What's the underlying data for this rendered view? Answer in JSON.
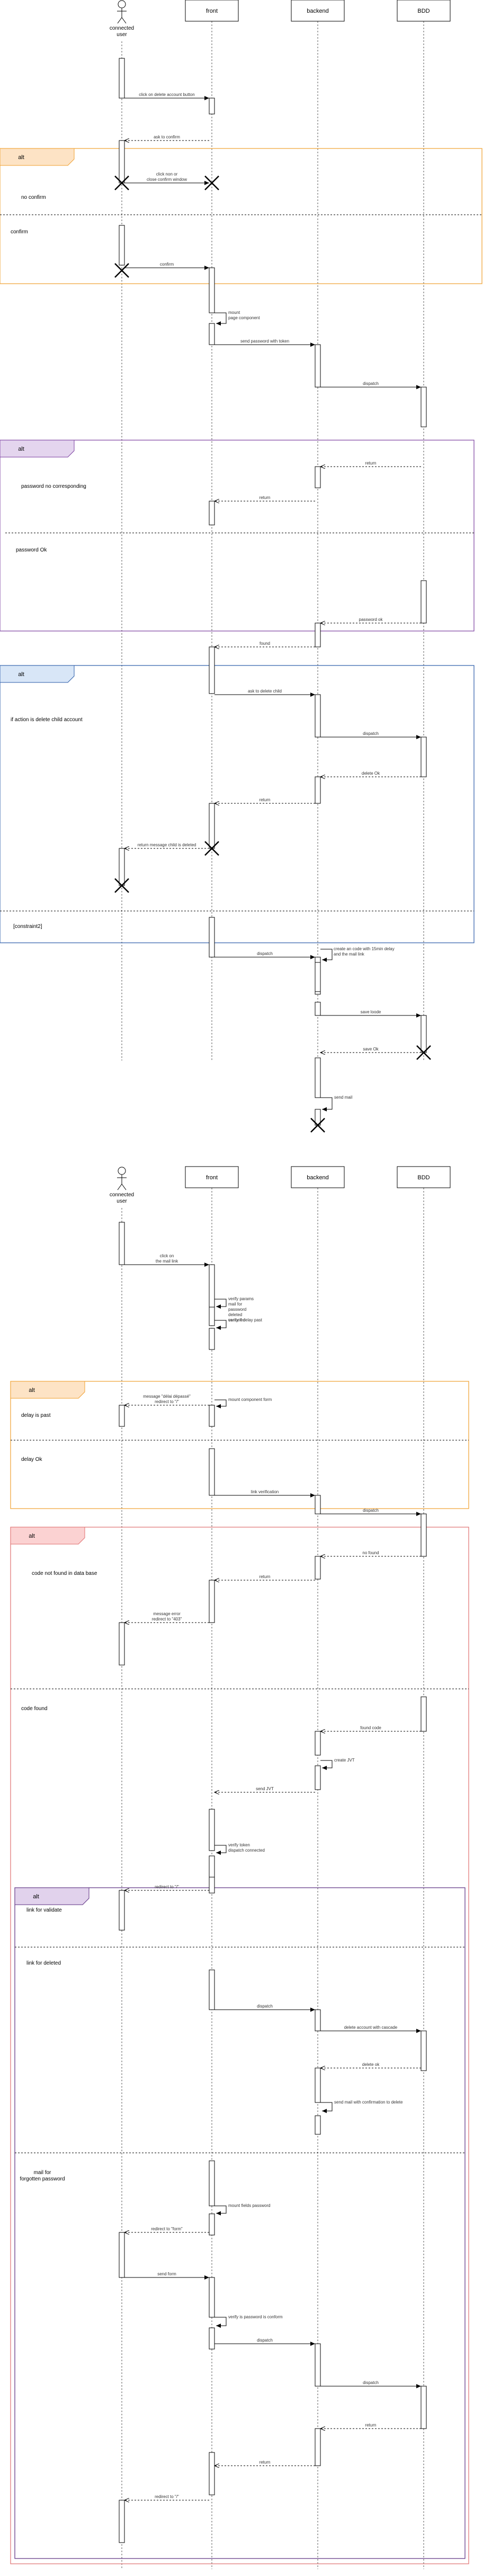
{
  "participants": {
    "user": "connected\nuser",
    "front": "front",
    "backend": "backend",
    "bdd": "BDD"
  },
  "diagram1": {
    "messages": {
      "m1": "click on delete account button",
      "m2": "ask to confirm",
      "m3": "click non or\nclose confirm window",
      "m4": "confirm",
      "m5": "mount\npage component",
      "m6": "send password with token",
      "m7": "dispatch",
      "m8": "return",
      "m9": "return",
      "m10": "password ok",
      "m11": "found",
      "m12": "ask to delete child",
      "m13": "dispatch",
      "m14": "delete Ok",
      "m15": "return",
      "m16": "return message child is deleted",
      "m17": "dispatch",
      "m18": "create an code with 15min delay\nand the mail link",
      "m19": "save loode",
      "m20": "save Ok",
      "m21": "send mail"
    },
    "frames": {
      "alt1": "alt",
      "alt1_g1": "no confirm",
      "alt1_g2": "confirm",
      "alt2": "alt",
      "alt2_g1": "password no corresponding",
      "alt2_g2": "password Ok",
      "alt3": "alt",
      "alt3_g1": "if action is delete child account",
      "alt3_g2": "[constraint2]"
    }
  },
  "diagram2": {
    "messages": {
      "n1": "click on\nthe mail link",
      "n2": "verify params\nmail for\npassword\ndeleted\ncanceled",
      "n3": "verify if delay past",
      "n4": "message \"délai dépassé\"\nredirect to \"/\"",
      "n5": "mount component form",
      "n6": "link verification",
      "n7": "dispatch",
      "n8": "no found",
      "n9": "return",
      "n10": "message error\nredirect to \"403\"",
      "n11": "found  code",
      "n12": "create JVT",
      "n13": "send JVT",
      "n14": "verify token\ndispatch connected",
      "n15": "redirect to \"/\"",
      "n16": "dispatch",
      "n17": "delete account with cascade",
      "n18": "delete ok",
      "n19": "send mail with  confirmation to delete",
      "n20": "mount fields password",
      "n21": "redirect to \"form\"",
      "n22": "send form",
      "n23": "verify is password is conform",
      "n24": "dispatch",
      "n25": "dispatch",
      "n26": "return",
      "n27": "return",
      "n28": "redirect to \"/\""
    },
    "frames": {
      "alt1": "alt",
      "alt1_g1": "delay is past",
      "alt1_g2": "delay Ok",
      "alt2": "alt",
      "alt2_g1": "code not found in data base",
      "alt2_g2": "code found",
      "alt3": "alt",
      "alt3_g1": "link for validate",
      "alt3_g2": "link for deleted",
      "alt3_g3": "mail for\nforgotten password"
    }
  }
}
